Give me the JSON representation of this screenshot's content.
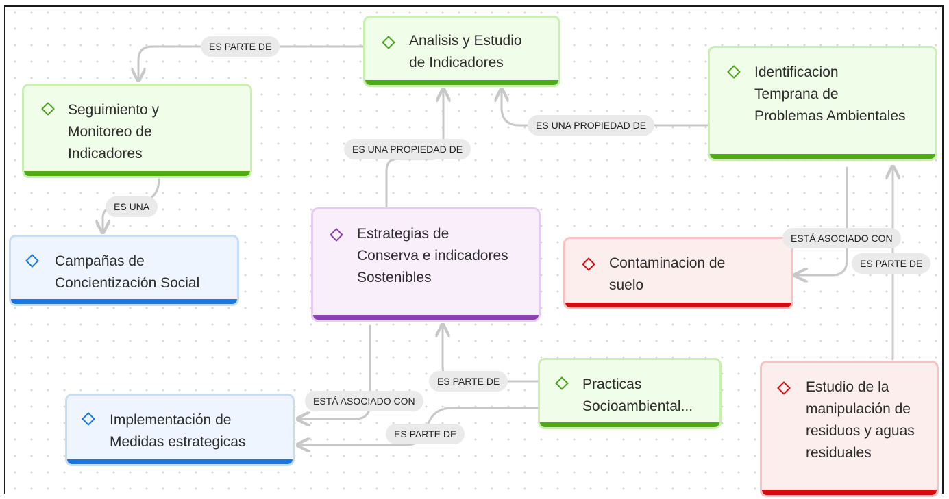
{
  "nodes": {
    "analisis": {
      "text": "Analisis y Estudio\nde Indicadores",
      "color": "green"
    },
    "identificacion": {
      "text": "Identificacion\nTemprana de\nProblemas Ambientales",
      "color": "green"
    },
    "seguimiento": {
      "text": "Seguimiento y\nMonitoreo de\nIndicadores",
      "color": "green"
    },
    "campanas": {
      "text": "Campañas de\nConcientización Social",
      "color": "blue"
    },
    "estrategias": {
      "text": "Estrategias de\nConserva e indicadores\nSostenibles",
      "color": "purple"
    },
    "contaminacion": {
      "text": "Contaminacion de\nsuelo",
      "color": "red"
    },
    "practicas": {
      "text": "Practicas\nSocioambiental...",
      "color": "green"
    },
    "implementacion": {
      "text": "Implementación de\nMedidas estrategicas",
      "color": "blue"
    },
    "estudio": {
      "text": "Estudio de la\nmanipulación de\nresiduos y aguas\nresiduales",
      "color": "red"
    }
  },
  "edges": {
    "analisis_seguimiento": "ES PARTE DE",
    "identificacion_analisis": "ES UNA PROPIEDAD DE",
    "estrategias_analisis": "ES UNA PROPIEDAD DE",
    "seguimiento_campanas": "ES UNA",
    "identificacion_contaminacion": "ESTÁ ASOCIADO CON",
    "estudio_identificacion": "ES PARTE DE",
    "practicas_estrategias": "ES PARTE DE",
    "estrategias_implementacion": "ESTÁ ASOCIADO CON",
    "practicas_implementacion": "ES PARTE DE"
  },
  "colors": {
    "green": "#4faa14",
    "blue": "#1677e6",
    "purple": "#8e3fb0",
    "red": "#d40c0c",
    "connector": "#c8c8c8",
    "label_bg": "#eaeaea"
  },
  "icons": {
    "node_marker": "diamond-icon"
  }
}
